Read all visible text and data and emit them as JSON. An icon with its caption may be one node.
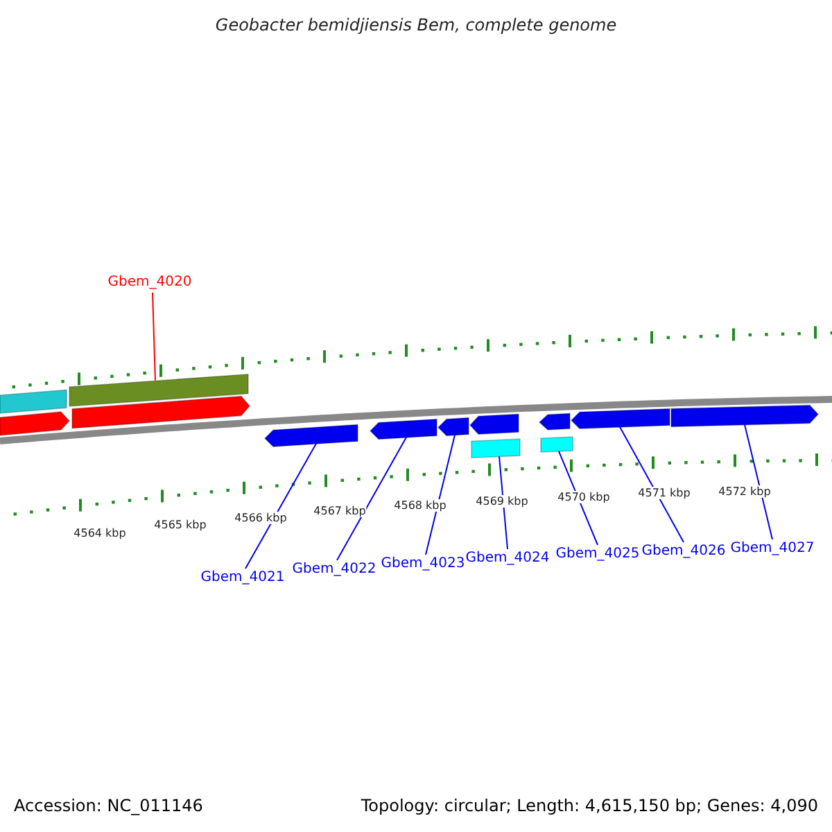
{
  "diagram": {
    "title": "Geobacter bemidjiensis Bem, complete genome",
    "nodes": [
      {
        "text": [
          "Gbem_4020"
        ]
      },
      {
        "text": [
          "Gbem_4021"
        ]
      },
      {
        "text": [
          "Gbem_4022"
        ]
      },
      {
        "text": [
          "Gbem_4023"
        ]
      },
      {
        "text": [
          "Gbem_4024"
        ]
      },
      {
        "text": [
          "Gbem_4025"
        ]
      },
      {
        "text": [
          "Gbem_4026"
        ]
      },
      {
        "text": [
          "Gbem_4027"
        ]
      },
      {
        "text": [],
        "shape": "bar"
      },
      {
        "text": [],
        "shape": "pentagon"
      },
      {
        "text": [],
        "shape": "bar"
      },
      {
        "text": [],
        "shape": "pentagon"
      },
      {
        "text": [],
        "shape": "pentagon"
      },
      {
        "text": [],
        "shape": "pentagon"
      },
      {
        "text": [],
        "shape": "pentagon"
      },
      {
        "text": [],
        "shape": "pentagon"
      },
      {
        "text": [],
        "shape": "bar"
      },
      {
        "text": [],
        "shape": "pentagon"
      },
      {
        "text": [],
        "shape": "bar"
      },
      {
        "text": [],
        "shape": "pentagon"
      },
      {
        "text": [],
        "shape": "pentagon"
      }
    ],
    "edges": [
      {
        "from": 0,
        "to": 10,
        "arrow": "none",
        "color": "#ff0000"
      },
      {
        "from": 1,
        "to": 12,
        "arrow": "none"
      },
      {
        "from": 2,
        "to": 13,
        "arrow": "none"
      },
      {
        "from": 3,
        "to": 14,
        "arrow": "none"
      },
      {
        "from": 4,
        "to": 16,
        "arrow": "none"
      },
      {
        "from": 5,
        "to": 18,
        "arrow": "none"
      },
      {
        "from": 6,
        "to": 19,
        "arrow": "none"
      },
      {
        "from": 7,
        "to": 20,
        "arrow": "none"
      }
    ],
    "labels": [
      "4564 kbp",
      "4565 kbp",
      "4566 kbp",
      "4567 kbp",
      "4568 kbp",
      "4569 kbp",
      "4570 kbp",
      "4571 kbp",
      "4572 kbp",
      "Accession: NC_011146",
      "Topology: circular; Length: 4,615,150 bp; Genes: 4,090"
    ]
  }
}
